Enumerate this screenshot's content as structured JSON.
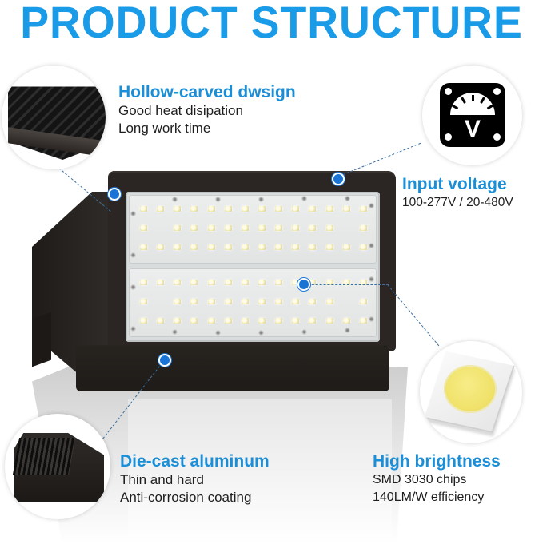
{
  "title": "PRODUCT STRUCTURE",
  "colors": {
    "accent_blue": "#1a9be8",
    "heading_blue": "#1a8fd8",
    "marker_blue": "#1a74d6",
    "body_text": "#1e1e1e",
    "fixture_bronze": "#2b2623",
    "led_yellow": "#f0e26a"
  },
  "features": [
    {
      "id": "hollow-carved",
      "icon": "heatsink-fins-icon",
      "heading": "Hollow-carved dwsign",
      "lines": [
        "Good heat disipation",
        "Long work time"
      ]
    },
    {
      "id": "input-voltage",
      "icon": "voltmeter-icon",
      "icon_label": "V",
      "heading": "Input voltage",
      "lines": [
        "100-277V / 20-480V"
      ]
    },
    {
      "id": "die-cast",
      "icon": "aluminum-housing-icon",
      "heading": "Die-cast aluminum",
      "lines": [
        "Thin and hard",
        "Anti-corrosion coating"
      ]
    },
    {
      "id": "high-brightness",
      "icon": "smd-led-chip-icon",
      "heading": "High brightness",
      "lines": [
        "SMD 3030 chips",
        "140LM/W efficiency"
      ]
    }
  ],
  "product": {
    "name": "LED wall pack fixture",
    "led_panels": 2,
    "led_rows_per_panel": 3
  }
}
